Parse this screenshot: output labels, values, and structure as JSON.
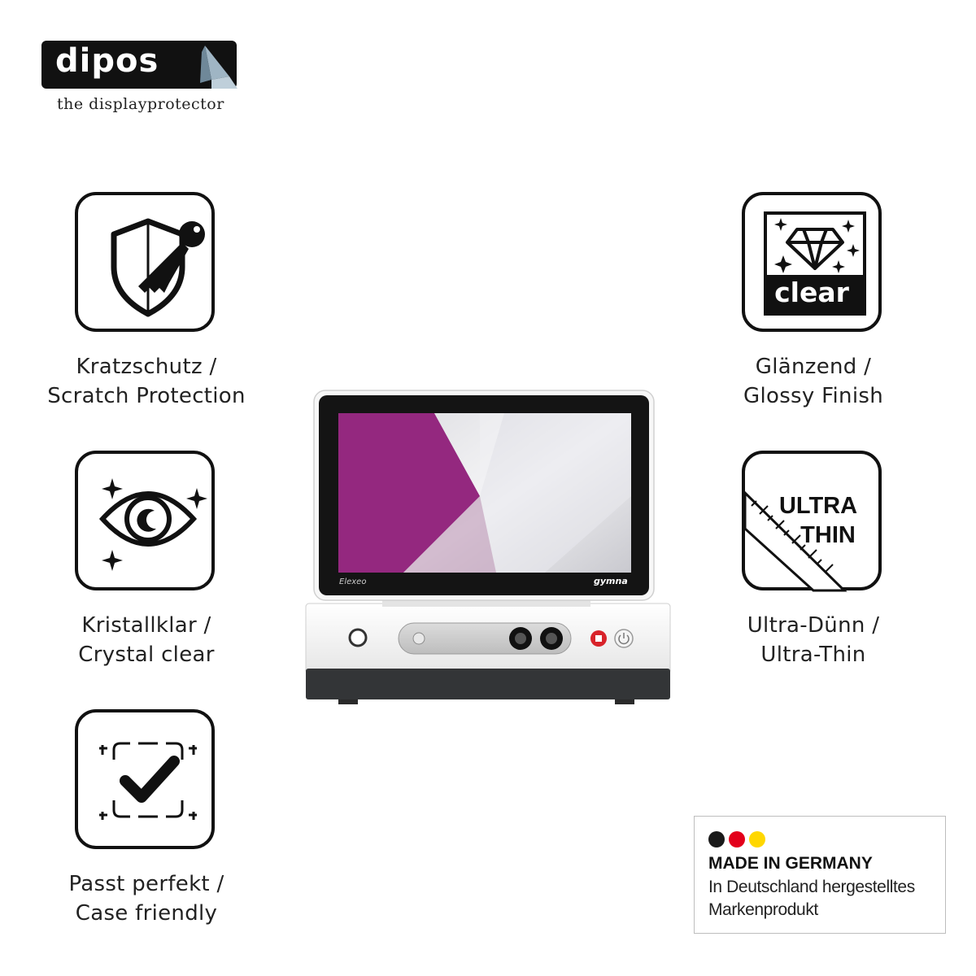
{
  "brand": {
    "logo_text": "dipos",
    "tagline": "the displayprotector"
  },
  "features": [
    {
      "icon": "shield-key-icon",
      "line1": "Kratzschutz /",
      "line2": "Scratch Protection"
    },
    {
      "icon": "eye-sparkle-icon",
      "line1": "Kristallklar /",
      "line2": "Crystal clear"
    },
    {
      "icon": "checkmark-frame-icon",
      "line1": "Passt perfekt /",
      "line2": "Case friendly"
    },
    {
      "icon": "diamond-clear-icon",
      "badge": "clear",
      "line1": "Glänzend /",
      "line2": "Glossy Finish"
    },
    {
      "icon": "ultra-thin-ruler-icon",
      "badge_line1": "ULTRA",
      "badge_line2": "THIN",
      "line1": "Ultra-Dünn /",
      "line2": "Ultra-Thin"
    }
  ],
  "device": {
    "model": "Elexeo",
    "brand": "gymna",
    "screen_colors": {
      "accent": "#94287f",
      "light": "#e8e8ec"
    }
  },
  "made_in": {
    "title": "MADE IN GERMANY",
    "line1": "In Deutschland hergestelltes",
    "line2": "Markenprodukt",
    "dot_colors": [
      "#1a1a1a",
      "#e3001b",
      "#ffd700"
    ]
  }
}
